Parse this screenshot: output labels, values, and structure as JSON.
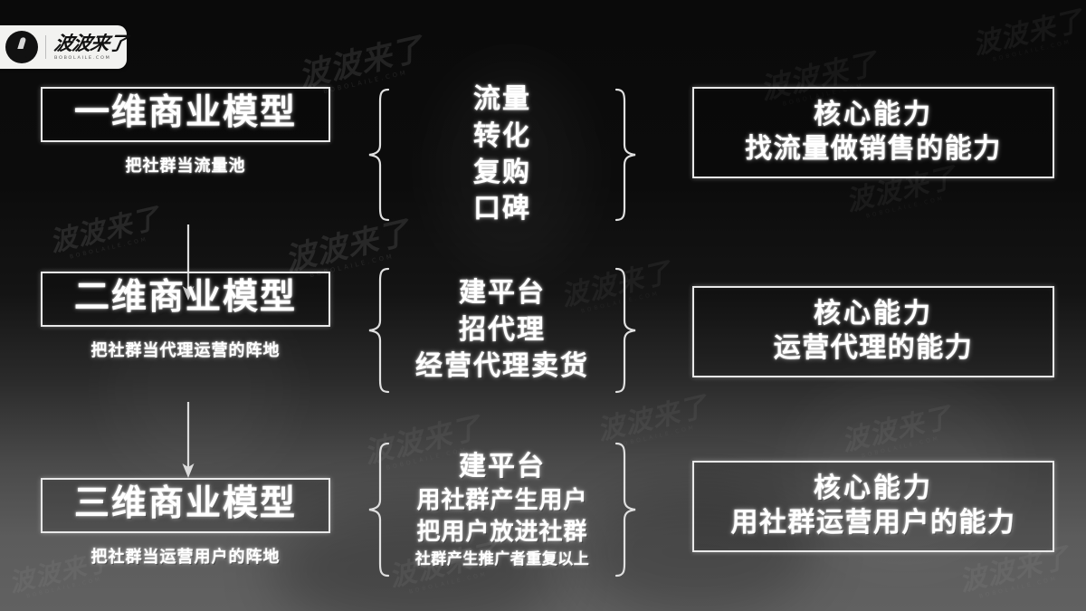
{
  "logo": {
    "brand_main": "波波来了",
    "brand_sub": "BOBOLAILE.COM",
    "avatar_icon": "person-avatar-icon"
  },
  "watermark": {
    "text": "波波来了",
    "sub": "BOBOLAILE.COM"
  },
  "rows": [
    {
      "id": "row-1",
      "title": "一维商业模型",
      "caption": "把社群当流量池",
      "steps": [
        "流量",
        "转化",
        "复购",
        "口碑"
      ],
      "capability_label": "核心能力",
      "capability_detail": "找流量做销售的能力"
    },
    {
      "id": "row-2",
      "title": "二维商业模型",
      "caption": "把社群当代理运营的阵地",
      "steps": [
        "建平台",
        "招代理",
        "经营代理卖货"
      ],
      "capability_label": "核心能力",
      "capability_detail": "运营代理的能力"
    },
    {
      "id": "row-3",
      "title": "三维商业模型",
      "caption": "把社群当运营用户的阵地",
      "steps": [
        "建平台",
        "用社群产生用户",
        "把用户放进社群",
        "社群产生推广者重复以上"
      ],
      "capability_label": "核心能力",
      "capability_detail": "用社群运营用户的能力"
    }
  ],
  "arrows": [
    {
      "name": "arrow-row1-to-row2",
      "direction": "down"
    },
    {
      "name": "arrow-row2-to-row3",
      "direction": "down"
    }
  ],
  "colors": {
    "text": "#ffffff",
    "border": "#e8e8e8",
    "background_top": "#0a0a0a",
    "background_bottom": "#616161",
    "logo_plate": "#f2f2f0"
  }
}
